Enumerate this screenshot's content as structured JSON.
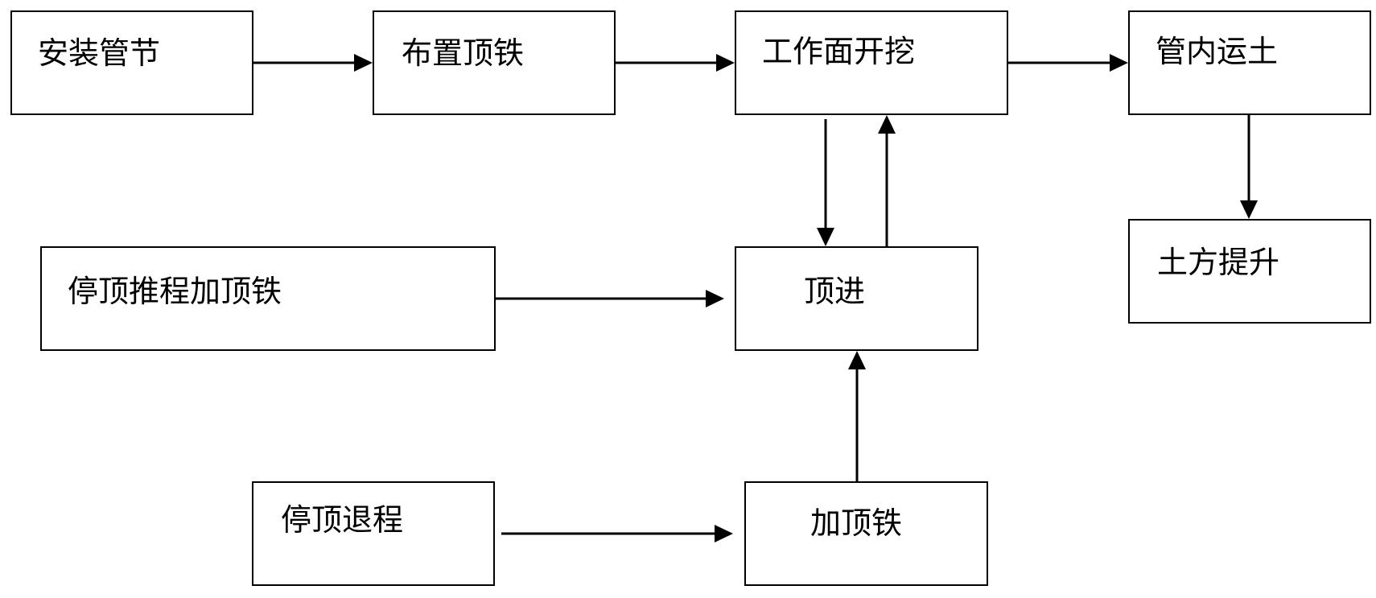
{
  "nodes": {
    "install_pipe": "安装管节",
    "place_jacking_iron": "布置顶铁",
    "face_excavation": "工作面开挖",
    "soil_transport_in_pipe": "管内运土",
    "soil_lifting": "土方提升",
    "stop_jacking_add_iron": "停顶推程加顶铁",
    "jacking": "顶进",
    "stop_jacking_retract": "停顶退程",
    "add_jacking_iron": "加顶铁"
  },
  "colors": {
    "line": "#000000",
    "background": "#ffffff"
  }
}
